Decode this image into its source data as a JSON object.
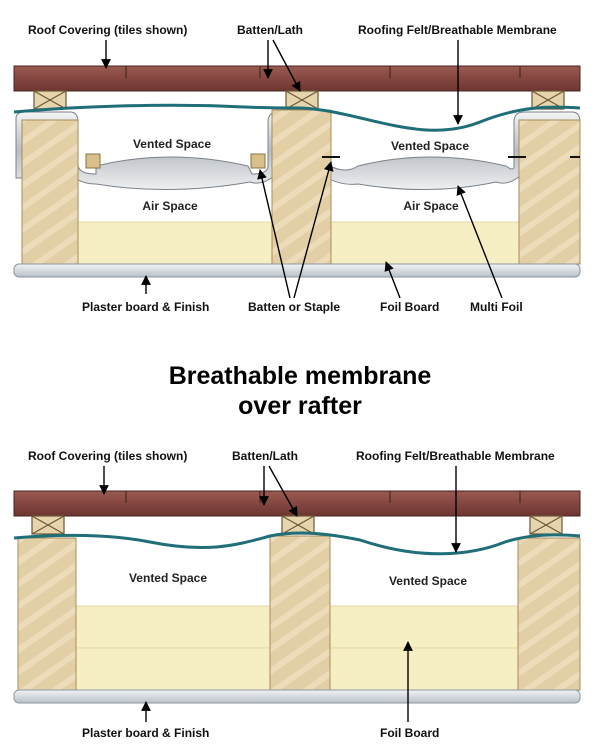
{
  "top_diagram": {
    "labels": {
      "roof_covering": "Roof Covering (tiles shown)",
      "batten_lath": "Batten/Lath",
      "roofing_felt": "Roofing Felt/Breathable Membrane",
      "plaster_board": "Plaster board & Finish",
      "batten_or_staple": "Batten or Staple",
      "foil_board": "Foil Board",
      "multi_foil": "Multi Foil"
    },
    "spaces": {
      "vented_left": "Vented Space",
      "vented_right": "Vented Space",
      "air_left": "Air Space",
      "air_right": "Air Space"
    }
  },
  "title": {
    "line1": "Breathable membrane",
    "line2": "over rafter"
  },
  "bottom_diagram": {
    "labels": {
      "roof_covering": "Roof Covering (tiles shown)",
      "batten_lath": "Batten/Lath",
      "roofing_felt": "Roofing Felt/Breathable Membrane",
      "plaster_board": "Plaster board & Finish",
      "foil_board": "Foil Board"
    },
    "spaces": {
      "vented_left": "Vented Space",
      "vented_right": "Vented Space"
    }
  },
  "colors": {
    "tiles": "#8a4a44",
    "timber": "#e3cfa6",
    "timber_edge": "#a88c5a",
    "insulation": "#f7efc4",
    "membrane": "#1f6e78",
    "foil": "#c9ccd0",
    "plaster": "#dfe4ea"
  }
}
